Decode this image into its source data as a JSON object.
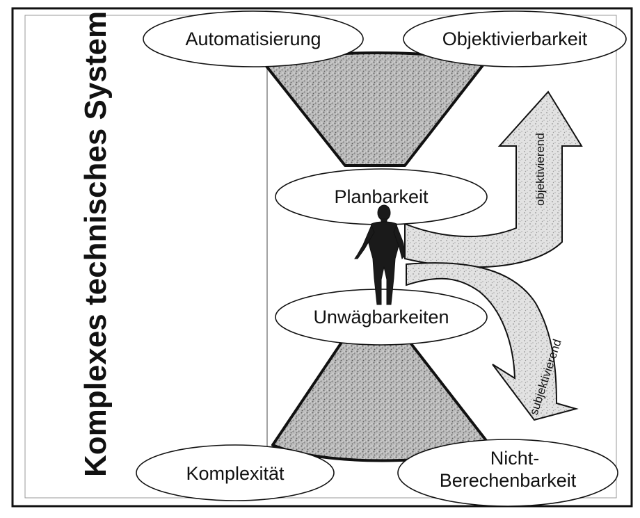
{
  "system_title": "Komplexes technisches System",
  "nodes": {
    "automatisierung": "Automatisierung",
    "objektivierbarkeit": "Objektivierbarkeit",
    "planbarkeit": "Planbarkeit",
    "unwaegbarkeiten": "Unwägbarkeiten",
    "komplexitaet": "Komplexität",
    "nicht_berechenbarkeit_line1": "Nicht-",
    "nicht_berechenbarkeit_line2": "Berechenbarkeit"
  },
  "arrows": {
    "up": "objektivierend",
    "down": "subjektivierend"
  },
  "figure": "human-figure",
  "colors": {
    "frame": "#111111",
    "stipple_base": "#c8c8c8",
    "stipple_dark": "#6e6e6e"
  }
}
